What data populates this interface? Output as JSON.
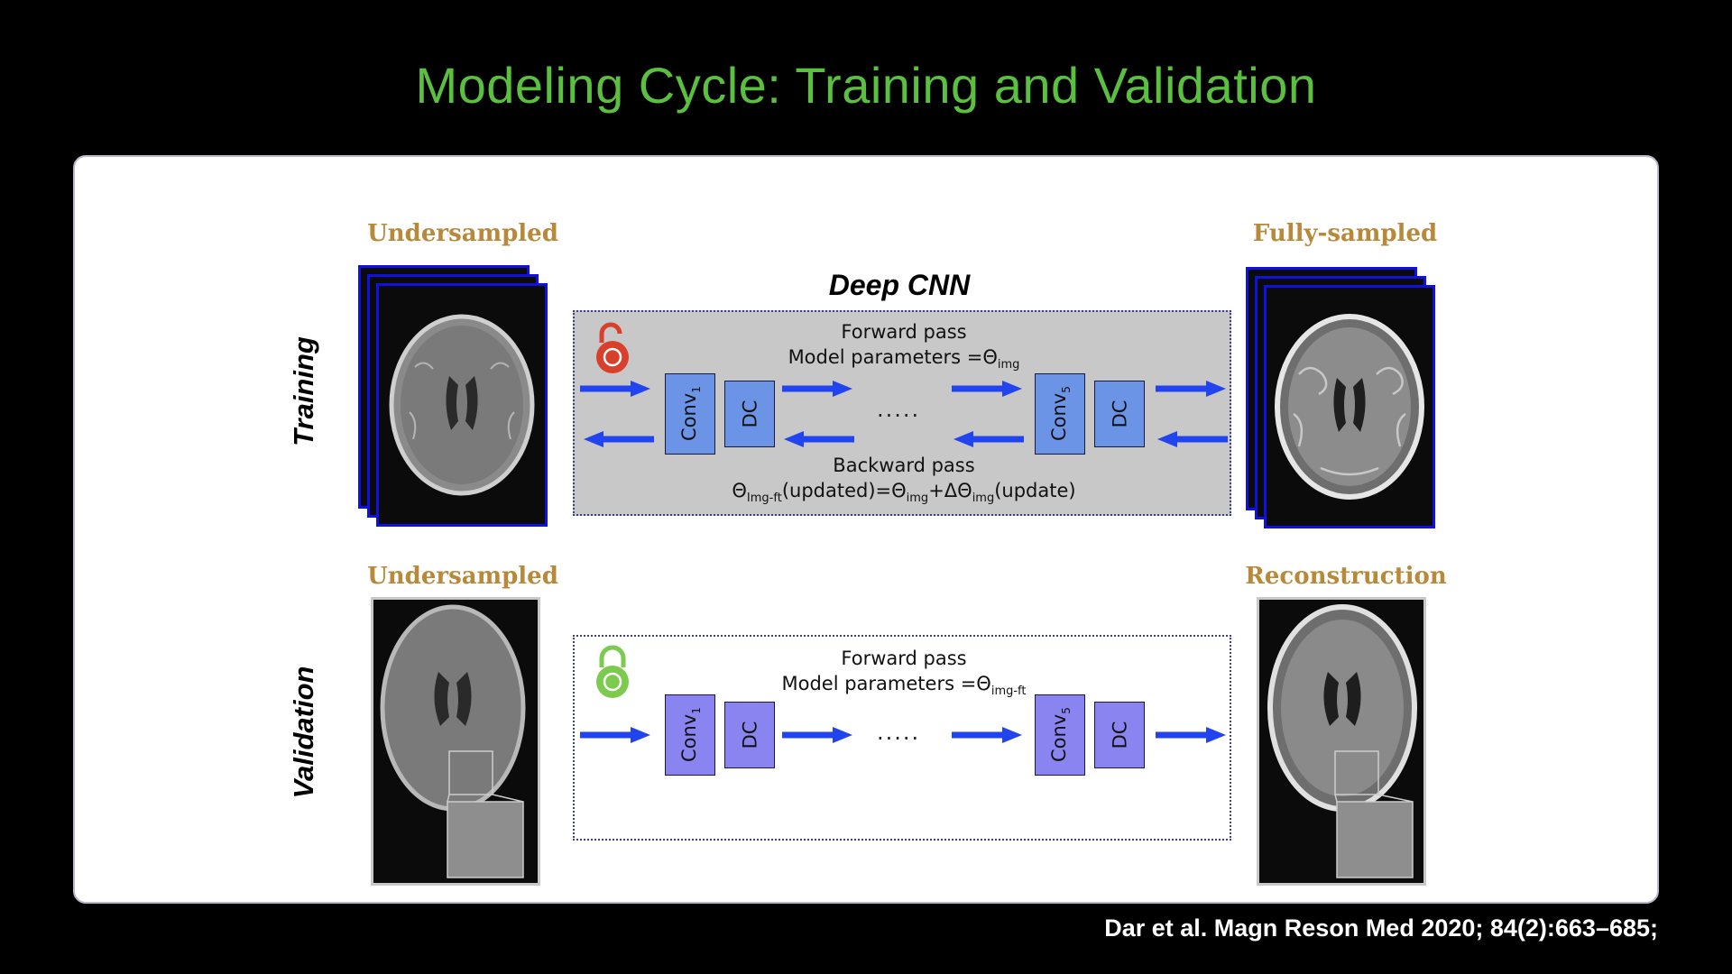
{
  "title": "Modeling Cycle: Training and Validation",
  "citation": "Dar et al. Magn Reson Med 2020; 84(2):663–685;",
  "row_labels": {
    "training": "Training",
    "validation": "Validation"
  },
  "image_labels": {
    "training_input": "Undersampled",
    "training_output": "Fully-sampled",
    "validation_input": "Undersampled",
    "validation_output": "Reconstruction"
  },
  "cnn_title": "Deep CNN",
  "training": {
    "forward_pass": "Forward pass",
    "model_params_prefix": "Model parameters =Θ",
    "model_params_sub": "img",
    "backward_pass": "Backward pass",
    "update_parts": [
      "Θ",
      "Img-ft",
      "(updated)=Θ",
      "img",
      "+ΔΘ",
      "img",
      "(update)"
    ],
    "lock_icon": "unlocked-padlock-icon",
    "lock_color": "#d9402b"
  },
  "validation": {
    "forward_pass": "Forward pass",
    "model_params_prefix": "Model parameters =Θ",
    "model_params_sub": "img-ft",
    "lock_icon": "locked-padlock-icon",
    "lock_color": "#7ccb4f"
  },
  "blocks": {
    "conv1_main": "Conv",
    "conv1_sub": "1",
    "dc": "DC",
    "conv5_main": "Conv",
    "conv5_sub": "5",
    "dots": "....."
  },
  "colors": {
    "title": "#5bbf3f",
    "label": "#b8893a",
    "arrow": "#2244ee",
    "training_block": "#6b93e6",
    "validation_block": "#8a84f0"
  }
}
